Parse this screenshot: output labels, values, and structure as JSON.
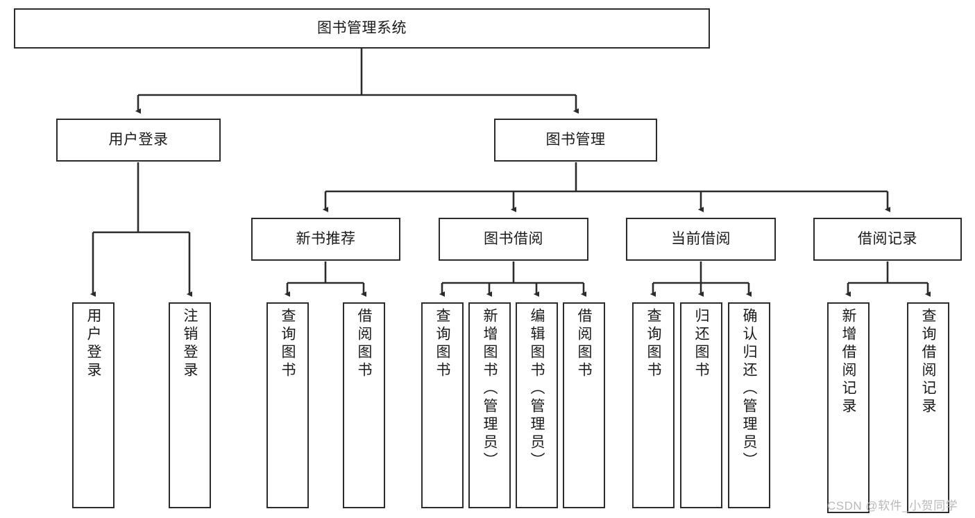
{
  "diagram": {
    "type": "tree-hierarchy-chart",
    "title": "图书管理系统",
    "watermark": "CSDN @软件_小贺同学",
    "colors": {
      "box_border": "#2b2b2b",
      "box_fill": "#ffffff",
      "connector": "#2b2b2b",
      "text": "#1a1a1a",
      "watermark": "#b9b9b9",
      "background": "#ffffff"
    },
    "root": {
      "label": "图书管理系统"
    },
    "level1": [
      {
        "id": "user-login",
        "label": "用户登录"
      },
      {
        "id": "book-management",
        "label": "图书管理"
      }
    ],
    "level2": [
      {
        "id": "new-book-recommend",
        "label": "新书推荐",
        "parent": "book-management"
      },
      {
        "id": "book-borrow",
        "label": "图书借阅",
        "parent": "book-management"
      },
      {
        "id": "current-borrow",
        "label": "当前借阅",
        "parent": "book-management"
      },
      {
        "id": "borrow-record",
        "label": "借阅记录",
        "parent": "book-management"
      }
    ],
    "leaves": [
      {
        "id": "leaf-user-login",
        "label": "用户登录",
        "parent": "user-login"
      },
      {
        "id": "leaf-user-logout",
        "label": "注销登录",
        "parent": "user-login"
      },
      {
        "id": "leaf-query-book-1",
        "label": "查询图书",
        "parent": "new-book-recommend"
      },
      {
        "id": "leaf-borrow-book-1",
        "label": "借阅图书",
        "parent": "new-book-recommend"
      },
      {
        "id": "leaf-query-book-2",
        "label": "查询图书",
        "parent": "book-borrow"
      },
      {
        "id": "leaf-add-book",
        "label": "新增图书（管理员）",
        "parent": "book-borrow"
      },
      {
        "id": "leaf-edit-book",
        "label": "编辑图书（管理员）",
        "parent": "book-borrow"
      },
      {
        "id": "leaf-borrow-book-2",
        "label": "借阅图书",
        "parent": "book-borrow"
      },
      {
        "id": "leaf-query-book-3",
        "label": "查询图书",
        "parent": "current-borrow"
      },
      {
        "id": "leaf-return-book",
        "label": "归还图书",
        "parent": "current-borrow"
      },
      {
        "id": "leaf-confirm-return",
        "label": "确认归还（管理员）",
        "parent": "current-borrow"
      },
      {
        "id": "leaf-add-record",
        "label": "新增借阅记录",
        "parent": "borrow-record"
      },
      {
        "id": "leaf-query-record",
        "label": "查询借阅记录",
        "parent": "borrow-record"
      }
    ]
  },
  "chart_data": {
    "type": "table",
    "title": "图书管理系统",
    "nodes": [
      {
        "level": 0,
        "label": "图书管理系统",
        "children": [
          "用户登录",
          "图书管理"
        ]
      },
      {
        "level": 1,
        "label": "用户登录",
        "children": [
          "用户登录",
          "注销登录"
        ]
      },
      {
        "level": 1,
        "label": "图书管理",
        "children": [
          "新书推荐",
          "图书借阅",
          "当前借阅",
          "借阅记录"
        ]
      },
      {
        "level": 2,
        "label": "新书推荐",
        "children": [
          "查询图书",
          "借阅图书"
        ]
      },
      {
        "level": 2,
        "label": "图书借阅",
        "children": [
          "查询图书",
          "新增图书（管理员）",
          "编辑图书（管理员）",
          "借阅图书"
        ]
      },
      {
        "level": 2,
        "label": "当前借阅",
        "children": [
          "查询图书",
          "归还图书",
          "确认归还（管理员）"
        ]
      },
      {
        "level": 2,
        "label": "借阅记录",
        "children": [
          "新增借阅记录",
          "查询借阅记录"
        ]
      }
    ]
  }
}
